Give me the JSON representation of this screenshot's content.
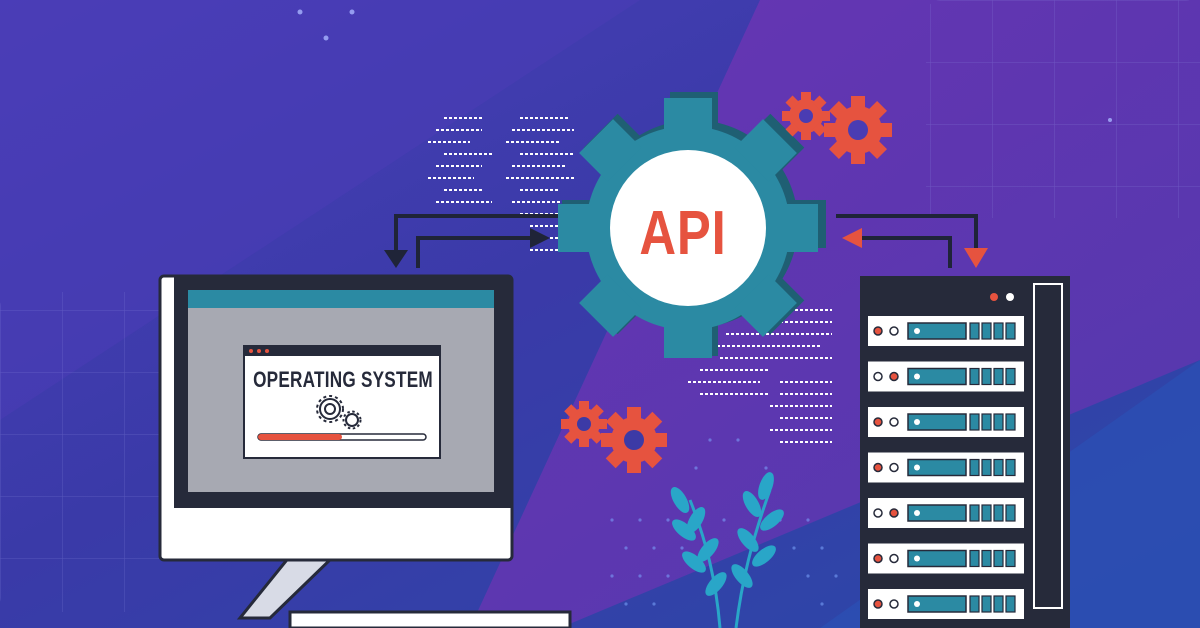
{
  "colors": {
    "background_dark": "#2f3d9e",
    "background_purple": "#6a3bb0",
    "gear_teal": "#2b7d95",
    "gear_teal_dark": "#1f5f73",
    "accent_red": "#e6533f",
    "accent_cyan": "#29a6c8",
    "monitor_frame": "#262a3a",
    "server_body": "#262a3a",
    "white": "#ffffff"
  },
  "api_gear": {
    "label": "API",
    "icon": "gear-icon"
  },
  "monitor": {
    "window_title": "OPERATING SYSTEM",
    "window_icon": "gears-icon",
    "progress_fraction": 0.5
  },
  "server_rack": {
    "unit_count": 7,
    "status_leds": [
      "red",
      "white"
    ]
  },
  "decorations": {
    "arrows": [
      "arrow-down-left-icon",
      "arrow-right-icon",
      "arrow-left-icon",
      "arrow-down-right-icon"
    ],
    "plant_icon": "plant-icon",
    "code_glyphs": "binary-code-icon"
  }
}
